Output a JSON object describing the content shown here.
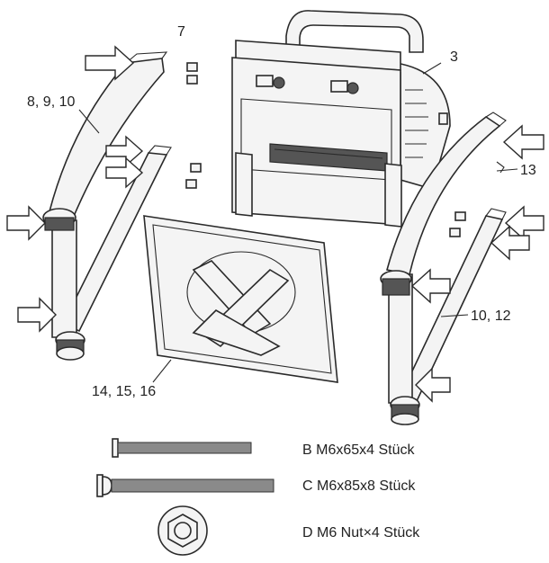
{
  "callouts": {
    "c7": "7",
    "c3": "3",
    "c8": "8, 9, 10",
    "c13": "13",
    "c10": "10, 12",
    "c14": "14, 15, 16"
  },
  "hardware": {
    "b": "B M6x65x4 Stück",
    "c": "C M6x85x8 Stück",
    "d": "D M6 Nut×4 Stück"
  }
}
